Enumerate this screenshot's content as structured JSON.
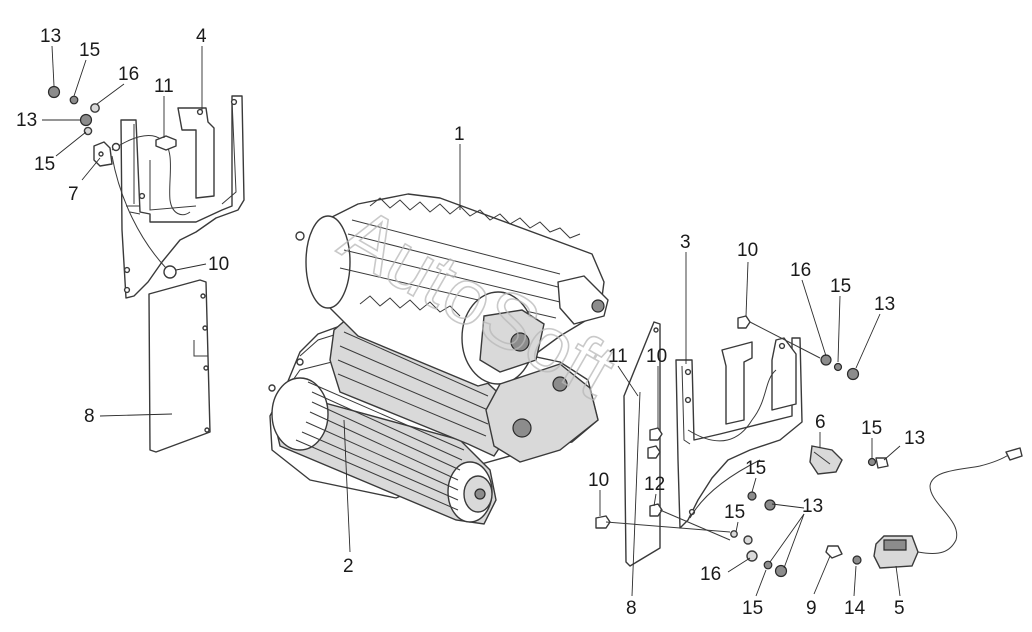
{
  "watermark": "AutoSoft",
  "callouts": [
    {
      "id": "c-13-a",
      "text": "13"
    },
    {
      "id": "c-15-a",
      "text": "15"
    },
    {
      "id": "c-16-a",
      "text": "16"
    },
    {
      "id": "c-4",
      "text": "4"
    },
    {
      "id": "c-11-a",
      "text": "11"
    },
    {
      "id": "c-13-b",
      "text": "13"
    },
    {
      "id": "c-15-b",
      "text": "15"
    },
    {
      "id": "c-7",
      "text": "7"
    },
    {
      "id": "c-10-a",
      "text": "10"
    },
    {
      "id": "c-8-a",
      "text": "8"
    },
    {
      "id": "c-1",
      "text": "1"
    },
    {
      "id": "c-2",
      "text": "2"
    },
    {
      "id": "c-3",
      "text": "3"
    },
    {
      "id": "c-10-b",
      "text": "10"
    },
    {
      "id": "c-16-b",
      "text": "16"
    },
    {
      "id": "c-15-c",
      "text": "15"
    },
    {
      "id": "c-13-c",
      "text": "13"
    },
    {
      "id": "c-11-b",
      "text": "11"
    },
    {
      "id": "c-10-c",
      "text": "10"
    },
    {
      "id": "c-6",
      "text": "6"
    },
    {
      "id": "c-15-d",
      "text": "15"
    },
    {
      "id": "c-13-d",
      "text": "13"
    },
    {
      "id": "c-15-e",
      "text": "15"
    },
    {
      "id": "c-12",
      "text": "12"
    },
    {
      "id": "c-10-d",
      "text": "10"
    },
    {
      "id": "c-15-f",
      "text": "15"
    },
    {
      "id": "c-13-e",
      "text": "13"
    },
    {
      "id": "c-16-c",
      "text": "16"
    },
    {
      "id": "c-15-g",
      "text": "15"
    },
    {
      "id": "c-8-b",
      "text": "8"
    },
    {
      "id": "c-9",
      "text": "9"
    },
    {
      "id": "c-14",
      "text": "14"
    },
    {
      "id": "c-5",
      "text": "5"
    }
  ]
}
